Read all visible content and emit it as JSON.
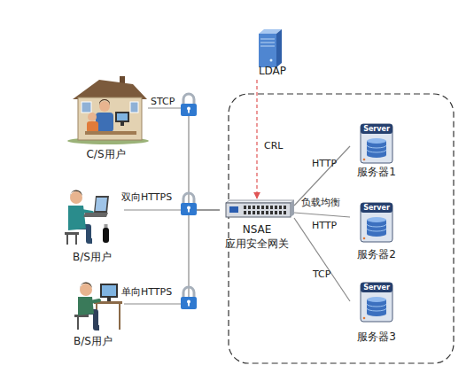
{
  "diagram": {
    "nodes": [
      {
        "text": [
          "LDAP"
        ]
      },
      {
        "text": [
          "C/S用户"
        ]
      },
      {
        "text": [
          "B/S用户"
        ]
      },
      {
        "text": [
          "B/S用户"
        ]
      },
      {
        "text": [
          "NSAE",
          "应用安全网关"
        ]
      },
      {
        "text": [
          "Server",
          "服务器1"
        ]
      },
      {
        "text": [
          "Server",
          "服务器2"
        ]
      },
      {
        "text": [
          "Server",
          "服务器3"
        ]
      }
    ],
    "edges": [
      {
        "from": 1,
        "to": 4,
        "label": "STCP",
        "arrow": "none"
      },
      {
        "from": 2,
        "to": 4,
        "label": "双向HTTPS",
        "arrow": "none"
      },
      {
        "from": 3,
        "to": 4,
        "label": "单向HTTPS",
        "arrow": "none"
      },
      {
        "from": 0,
        "to": 4,
        "label": "CRL",
        "arrow": "to"
      },
      {
        "from": 4,
        "to": 5,
        "label": "HTTP",
        "arrow": "none"
      },
      {
        "from": 4,
        "to": 6,
        "label": "HTTP",
        "arrow": "none"
      },
      {
        "from": 4,
        "to": 7,
        "label": "TCP",
        "arrow": "none"
      }
    ],
    "labels": [
      "负载均衡"
    ]
  }
}
